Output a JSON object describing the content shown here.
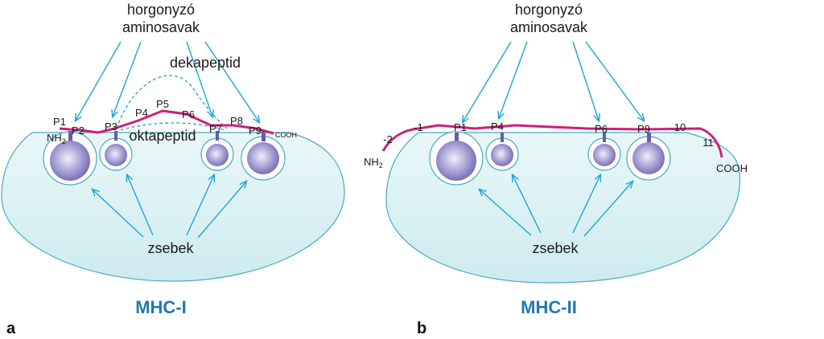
{
  "panel_a": {
    "top_label_1": "horgonyzó",
    "top_label_2": "aminosavak",
    "dekapeptid": "dekapeptid",
    "oktapeptid": "oktapeptid",
    "positions": [
      "P1",
      "P2",
      "P3",
      "P4",
      "P5",
      "P6",
      "P7",
      "P8",
      "P9"
    ],
    "nh2": "NH",
    "nh2_sub": "2",
    "cooh": "COOH",
    "pockets_label": "zsebek",
    "title": "MHC-I",
    "panel_letter": "a"
  },
  "panel_b": {
    "top_label_1": "horgonyzó",
    "top_label_2": "aminosavak",
    "positions": [
      "-2",
      "-1",
      "P1",
      "P4",
      "P6",
      "P9",
      "10",
      "11"
    ],
    "nh2": "NH",
    "nh2_sub": "2",
    "cooh": "COOH",
    "pockets_label": "zsebek",
    "title": "MHC-II",
    "panel_letter": "b"
  },
  "colors": {
    "groove_fill": "#dff3f5",
    "groove_stroke": "#4aa9c0",
    "arrow": "#1fa3d8",
    "peptide": "#cc1f7a",
    "anchor": "#6a5aa8",
    "title": "#1f77b4"
  }
}
